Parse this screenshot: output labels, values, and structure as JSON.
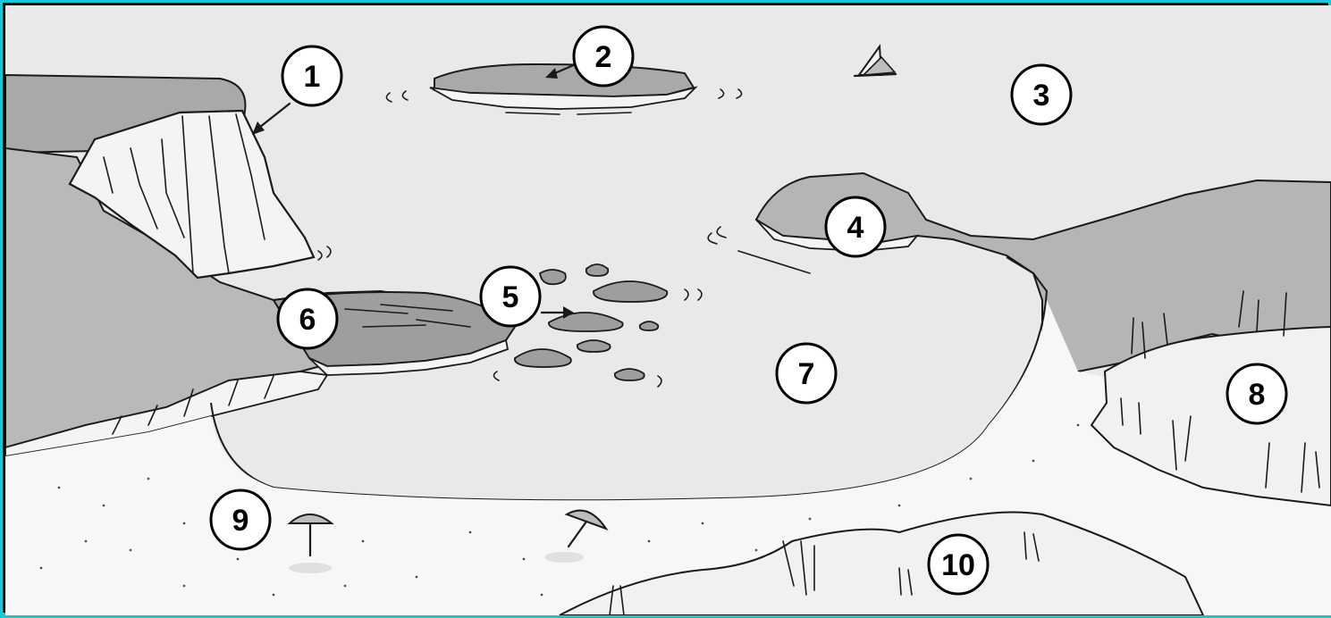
{
  "diagram": {
    "labels": [
      {
        "id": "1",
        "text": "1",
        "feature": "cliff"
      },
      {
        "id": "2",
        "text": "2",
        "feature": "island"
      },
      {
        "id": "3",
        "text": "3",
        "feature": "sea"
      },
      {
        "id": "4",
        "text": "4",
        "feature": "headland"
      },
      {
        "id": "5",
        "text": "5",
        "feature": "rocks"
      },
      {
        "id": "6",
        "text": "6",
        "feature": "peninsula"
      },
      {
        "id": "7",
        "text": "7",
        "feature": "bay"
      },
      {
        "id": "8",
        "text": "8",
        "feature": "marsh"
      },
      {
        "id": "9",
        "text": "9",
        "feature": "beach"
      },
      {
        "id": "10",
        "text": "10",
        "feature": "dunes"
      }
    ]
  },
  "colors": {
    "frame": "#16c8d6",
    "sea": "#e8e8e8",
    "land_dark": "#a8a8a8",
    "land_mid": "#c4c4c4",
    "sand": "#f7f7f7"
  }
}
